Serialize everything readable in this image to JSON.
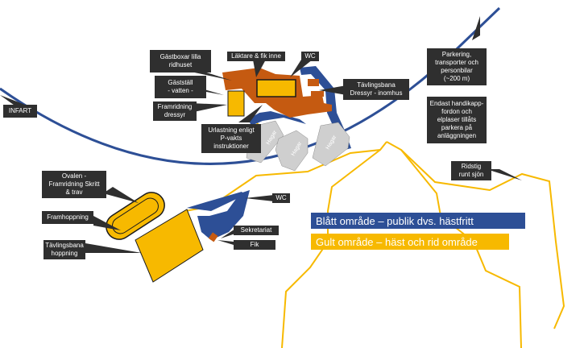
{
  "labels": {
    "infart": "INFART",
    "gastboxar": "Gästboxar lilla\nridhuset",
    "laktare": "Läktare & fik inne",
    "wc_top": "WC",
    "gaststall": "Gästställ\n- vatten -",
    "framridning_dressyr": "Framridning\ndressyr",
    "tavlingsbana_dressyr": "Tävlingsbana\nDressyr - inomhus",
    "urlastning": "Urlastning enligt\nP-vakts\ninstruktioner",
    "parkering": "Parkering,\ntransporter och\npersonbilar\n(~200 m)",
    "handikapp": "Endast handikapp-\nfordon och\nelplaser tillåts\nparkera på\nanläggningen",
    "ridstig": "Ridstig\nrunt sjön",
    "ovalen": "Ovalen -\nFramridning Skritt\n& trav",
    "wc_bottom": "WC",
    "framhoppning": "Framhoppning",
    "sekretariat": "Sekretariat",
    "fik": "Fik",
    "tavlingsbana_hoppning": "Tävlingsbana\nhoppning"
  },
  "hagar": [
    "Hagar",
    "Hagar",
    "Hagar"
  ],
  "legend": {
    "blue": "Blått område – publik dvs. hästfritt",
    "yellow": "Gult område – häst och rid område"
  },
  "colors": {
    "blue": "#2d4f96",
    "yellow": "#f7b900",
    "orange": "#c55a11",
    "gray": "#cfcfcf",
    "callout": "#2f2f2f"
  }
}
